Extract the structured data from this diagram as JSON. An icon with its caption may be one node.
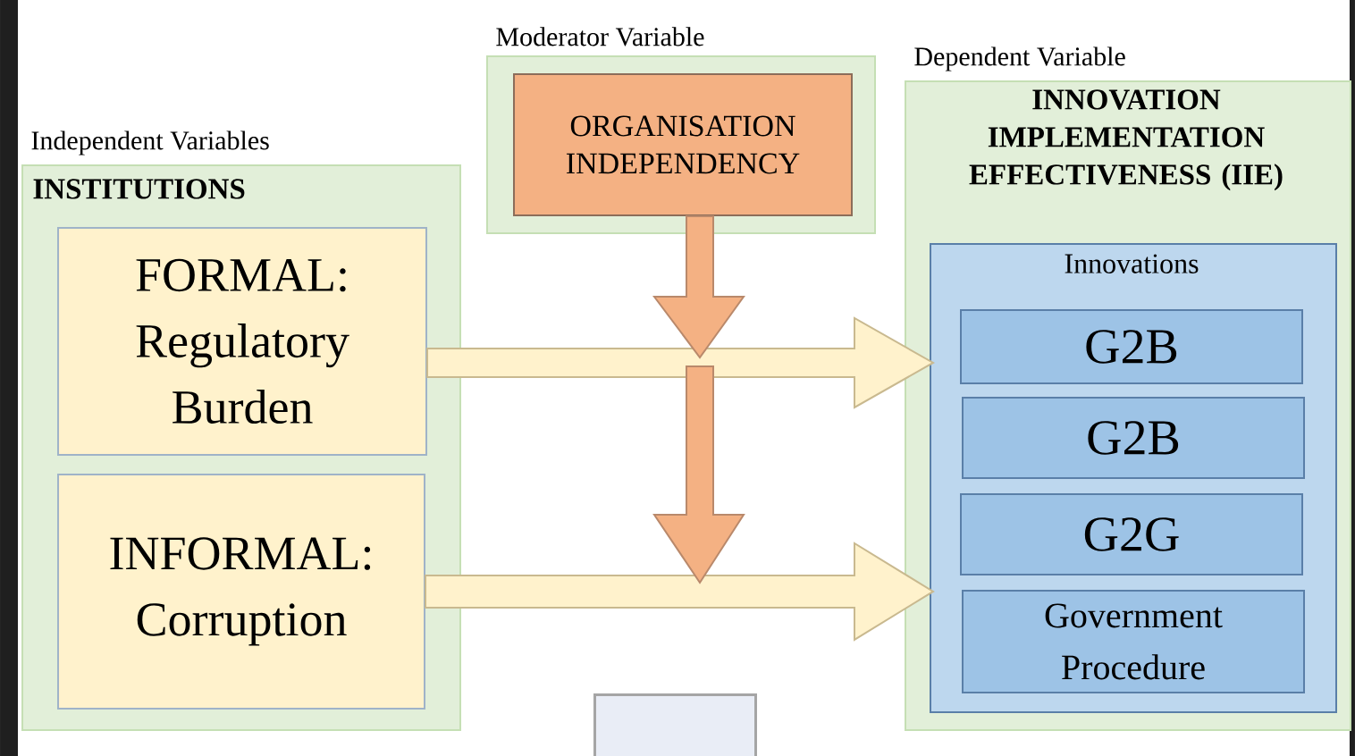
{
  "diagram": {
    "nodes": [
      {
        "text": [
          "Independent Variables",
          "INSTITUTIONS"
        ]
      },
      {
        "text": [
          "FORMAL: Regulatory Burden"
        ],
        "in": 0
      },
      {
        "text": [
          "INFORMAL: Corruption"
        ],
        "in": 0
      },
      {
        "text": [
          "Moderator Variable"
        ]
      },
      {
        "text": [
          "ORGANISATION INDEPENDENCY"
        ],
        "in": 3
      },
      {
        "text": [
          "Dependent Variable",
          "INNOVATION IMPLEMENTATION EFFECTIVENESS (IIE)"
        ]
      },
      {
        "text": [
          "Innovations"
        ],
        "in": 5
      },
      {
        "text": [
          "G2B"
        ],
        "in": 6
      },
      {
        "text": [
          "G2B"
        ],
        "in": 6
      },
      {
        "text": [
          "G2G"
        ],
        "in": 6
      },
      {
        "text": [
          "Government Procedure"
        ],
        "in": 6
      },
      {
        "text": [],
        "shape": "box"
      }
    ],
    "edges": [
      {
        "from": 1,
        "to": 6,
        "arrow": "to"
      },
      {
        "from": 2,
        "to": 6,
        "arrow": "to"
      },
      {
        "from": 4,
        "to": null,
        "arrow": "to",
        "color": "#f4b183"
      }
    ]
  }
}
